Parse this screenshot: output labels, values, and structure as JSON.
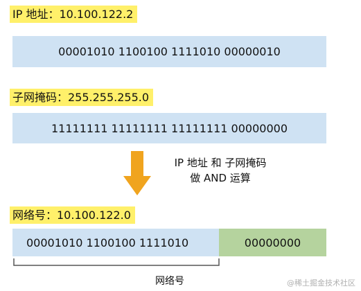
{
  "ip": {
    "label": "IP 地址：10.100.122.2",
    "binary": "00001010 1100100 1111010 00000010"
  },
  "mask": {
    "label": "子网掩码：255.255.255.0",
    "binary": "11111111 11111111 11111111 00000000"
  },
  "operation": {
    "line1": "IP 地址 和 子网掩码",
    "line2": "做 AND 运算"
  },
  "network": {
    "label": "网络号：10.100.122.0",
    "network_bits": "00001010 1100100 1111010",
    "host_bits": "00000000",
    "bracket_label": "网络号"
  },
  "colors": {
    "label_bg": "#fff06a",
    "bar_bg": "#cfe2f3",
    "host_bg": "#b5d39e",
    "arrow": "#f0a41e"
  },
  "watermark": "@稀土掘金技术社区"
}
